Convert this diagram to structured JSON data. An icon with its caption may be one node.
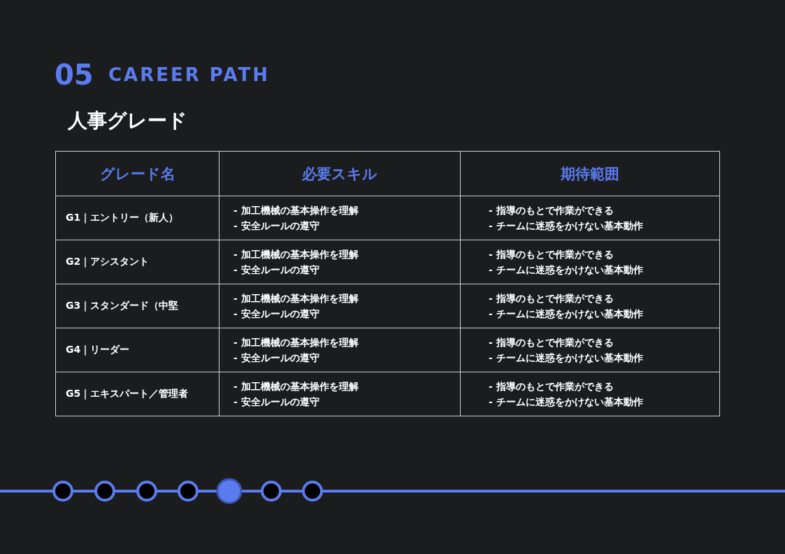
{
  "diagram": {
    "title": "人事グレード",
    "labels": [
      "05",
      "CAREER PATH",
      "グレード名",
      "必要スキル",
      "期待範囲",
      "G1｜エントリー（新人）",
      "- 加工機械の基本操作を理解",
      "- 安全ルールの遵守",
      "- 指導のもとで作業ができる",
      "- チームに迷惑をかけない基本動作",
      "G2｜アシスタント",
      "- 加工機械の基本操作を理解",
      "- 安全ルールの遵守",
      "- 指導のもとで作業ができる",
      "- チームに迷惑をかけない基本動作",
      "G3｜スタンダード（中堅",
      "- 加工機械の基本操作を理解",
      "- 安全ルールの遵守",
      "- 指導のもとで作業ができる",
      "- チームに迷惑をかけない基本動作",
      "G4｜リーダー",
      "- 加工機械の基本操作を理解",
      "- 安全ルールの遵守",
      "- 指導のもとで作業ができる",
      "- チームに迷惑をかけない基本動作",
      "G5｜エキスパート／管理者",
      "- 加工機械の基本操作を理解",
      "- 安全ルールの遵守",
      "- 指導のもとで作業ができる",
      "- チームに迷惑をかけない基本動作"
    ]
  }
}
